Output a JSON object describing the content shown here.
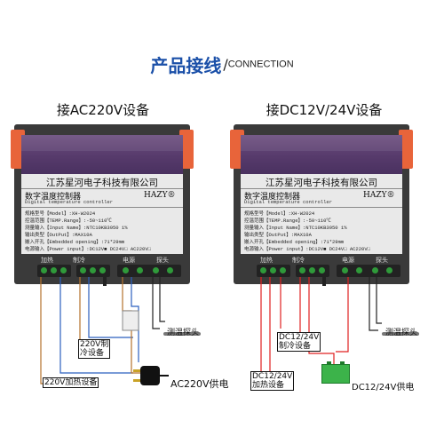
{
  "title": {
    "main": "产品接线",
    "slash": "/",
    "sub": "CONNECTION"
  },
  "left": {
    "heading": "接AC220V设备",
    "labels": {
      "cooling": "220V制\n冷设备",
      "heating": "220V加热设备",
      "power": "AC220V供电",
      "probe": "测温探头"
    }
  },
  "right": {
    "heading": "接DC12V/24V设备",
    "labels": {
      "cooling": "DC12/24V\n制冷设备",
      "heating": "DC12/24V\n加热设备",
      "power": "DC12/24V供电",
      "probe": "测温探头"
    }
  },
  "device": {
    "company": "江苏星河电子科技有限公司",
    "model_cn": "数字温度控制器",
    "model_en": "Digital temperature controller",
    "brand": "HAZY®",
    "specs": [
      "规格型号【Model】:XH-W2024",
      "控温范围【TEMP.Range】:-50~110℃",
      "测量输入【Input Name】:NTC10KB3950 1%",
      "输出类型【OutPut】:MAX10A",
      "嵌入开孔【Embedded opening】:71*29mm",
      "电源输入【Power input】:DC12V■ DC24V□ AC220V□"
    ],
    "terminals": [
      "加热",
      "制冷",
      "电源",
      "探头"
    ]
  },
  "colors": {
    "title": "#1a4fa8",
    "lcd": "#5a3d6e",
    "clip": "#e8643a",
    "screw": "#2f9a3a",
    "red_wire": "#e02020",
    "ac_wire_brown": "#b5722c",
    "ac_wire_blue": "#2b5fbf",
    "battery": "#3cb34a"
  }
}
